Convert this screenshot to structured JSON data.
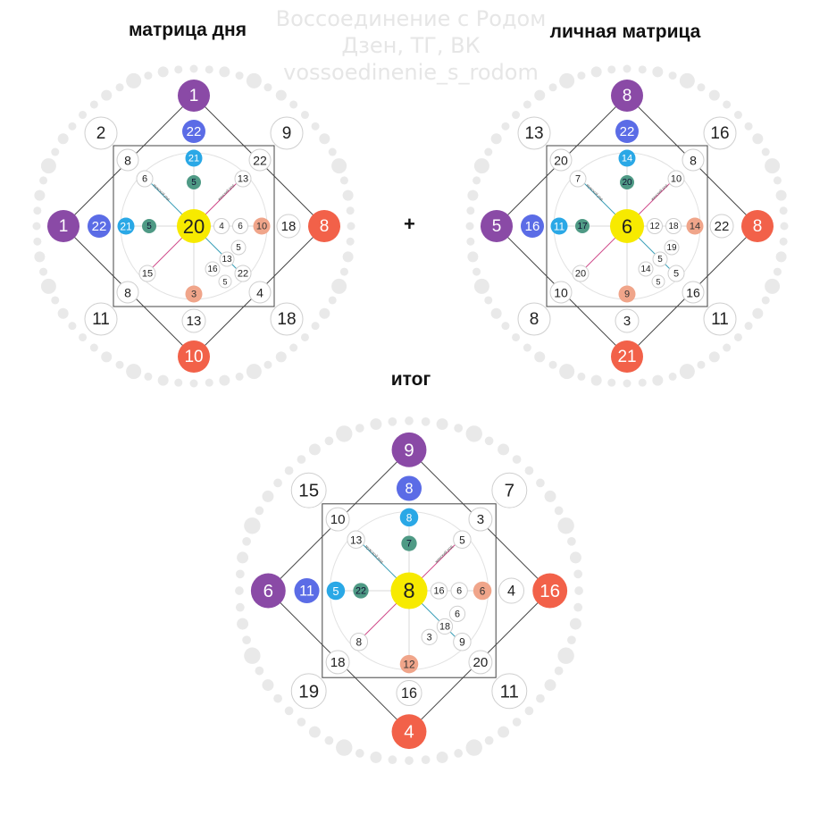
{
  "watermark": [
    "Воссоединение с Родом",
    "Дзен, ТГ, ВК",
    "vossoedinenie_s_rodom"
  ],
  "plus_sign": "+",
  "colors": {
    "purple": "#8a4aa6",
    "blue": "#5b6ce6",
    "cyan": "#2aa8e6",
    "teal": "#4f9a85",
    "yellow": "#f7ea00",
    "peach": "#f0a58a",
    "red": "#f26149",
    "ring": "#e9e9e9"
  },
  "matrices": [
    {
      "id": "day",
      "title": "матрица дня",
      "top": "1",
      "left": "1",
      "right": "8",
      "bottom": "10",
      "top_2": "22",
      "left_2": "22",
      "right_2": "18",
      "bottom_2": "13",
      "top_3": "21",
      "left_3": "21",
      "right_3": "10",
      "bottom_3": "3",
      "top_4": "5",
      "left_4": "5",
      "right_4": "6",
      "right_5": "4",
      "center": "20",
      "corner_tl": "2",
      "corner_tr": "9",
      "corner_bl": "11",
      "corner_br": "18",
      "sq_tl": "8",
      "sq_tr": "22",
      "sq_bl": "8",
      "sq_br": "4",
      "in_tl": "6",
      "in_tr": "13",
      "in_bl": "15",
      "in_br": "22",
      "br_a": "13",
      "br_b": "16",
      "br_c": "5",
      "br_d": "5",
      "male_line_label": "мужской род",
      "female_line_label": "женский род"
    },
    {
      "id": "personal",
      "title": "личная матрица",
      "top": "8",
      "left": "5",
      "right": "8",
      "bottom": "21",
      "top_2": "22",
      "left_2": "16",
      "right_2": "22",
      "bottom_2": "3",
      "top_3": "14",
      "left_3": "11",
      "right_3": "14",
      "bottom_3": "9",
      "top_4": "20",
      "left_4": "17",
      "right_4": "18",
      "right_5": "12",
      "center": "6",
      "corner_tl": "13",
      "corner_tr": "16",
      "corner_bl": "8",
      "corner_br": "11",
      "sq_tl": "20",
      "sq_tr": "8",
      "sq_bl": "10",
      "sq_br": "16",
      "in_tl": "7",
      "in_tr": "10",
      "in_bl": "20",
      "in_br": "5",
      "br_a": "5",
      "br_b": "14",
      "br_c": "19",
      "br_d": "5",
      "male_line_label": "мужской род",
      "female_line_label": "женский род"
    },
    {
      "id": "total",
      "title": "итог",
      "top": "9",
      "left": "6",
      "right": "16",
      "bottom": "4",
      "top_2": "8",
      "left_2": "11",
      "right_2": "4",
      "bottom_2": "16",
      "top_3": "8",
      "left_3": "5",
      "right_3": "6",
      "bottom_3": "12",
      "top_4": "7",
      "left_4": "22",
      "right_4": "6",
      "right_5": "16",
      "center": "8",
      "corner_tl": "15",
      "corner_tr": "7",
      "corner_bl": "19",
      "corner_br": "11",
      "sq_tl": "10",
      "sq_tr": "3",
      "sq_bl": "18",
      "sq_br": "20",
      "in_tl": "13",
      "in_tr": "5",
      "in_bl": "8",
      "in_br": "9",
      "br_a": "18",
      "br_b": "3",
      "br_c": "6",
      "br_d": "",
      "male_line_label": "мужской род",
      "female_line_label": "женский род"
    }
  ]
}
